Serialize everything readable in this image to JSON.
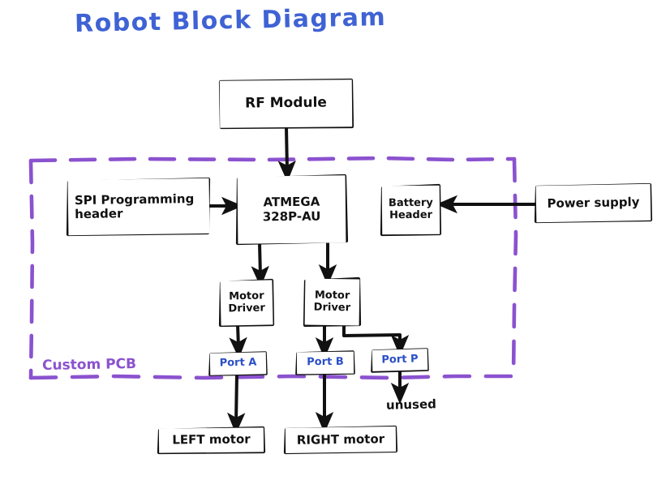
{
  "title": "Robot Block Diagram",
  "colors": {
    "title_blue": "#3f62d4",
    "port_blue": "#2b4fc6",
    "pcb_purple": "#8b52cf",
    "ink_black": "#111111",
    "background": "#ffffff"
  },
  "nodes": {
    "rf_module": "RF Module",
    "spi_header_line1": "SPI Programming",
    "spi_header_line2": "header",
    "mcu_line1": "ATMEGA",
    "mcu_line2": "328P-AU",
    "battery_line1": "Battery",
    "battery_line2": "Header",
    "power_supply": "Power supply",
    "motor_driver_left_line1": "Motor",
    "motor_driver_left_line2": "Driver",
    "motor_driver_right_line1": "Motor",
    "motor_driver_right_line2": "Driver",
    "port_a": "Port A",
    "port_b": "Port B",
    "port_p": "Port P",
    "left_motor": "LEFT motor",
    "right_motor": "RIGHT motor"
  },
  "labels": {
    "custom_pcb": "Custom PCB",
    "unused": "unused"
  },
  "boundary": {
    "name": "custom-pcb-dashed-boundary",
    "style": "dashed",
    "color": "#8b52cf"
  },
  "connections": [
    {
      "from": "rf_module",
      "to": "mcu",
      "arrow": "down"
    },
    {
      "from": "spi_header",
      "to": "mcu",
      "arrow": "right"
    },
    {
      "from": "power_supply",
      "to": "battery_header",
      "arrow": "left"
    },
    {
      "from": "mcu",
      "to": "motor_driver_left",
      "arrow": "down"
    },
    {
      "from": "mcu",
      "to": "motor_driver_right",
      "arrow": "down"
    },
    {
      "from": "motor_driver_left",
      "to": "port_a",
      "arrow": "down"
    },
    {
      "from": "motor_driver_right",
      "to": "port_b",
      "arrow": "down"
    },
    {
      "from": "motor_driver_right",
      "to": "port_p",
      "arrow": "down"
    },
    {
      "from": "port_a",
      "to": "left_motor",
      "arrow": "down"
    },
    {
      "from": "port_b",
      "to": "right_motor",
      "arrow": "down"
    },
    {
      "from": "port_p",
      "to": "unused",
      "arrow": "down"
    }
  ]
}
